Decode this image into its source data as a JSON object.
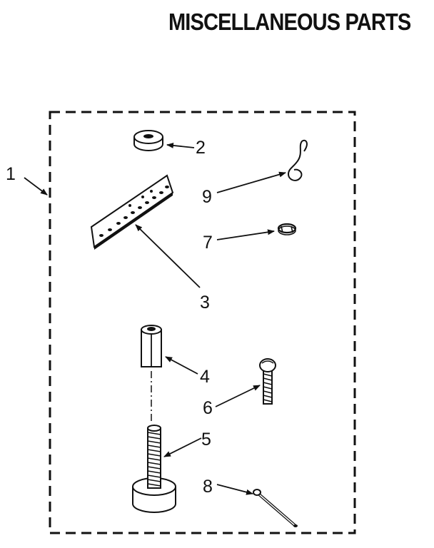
{
  "title": "MISCELLANEOUS PARTS",
  "callouts": {
    "c1": "1",
    "c2": "2",
    "c3": "3",
    "c4": "4",
    "c5": "5",
    "c6": "6",
    "c7": "7",
    "c8": "8",
    "c9": "9"
  }
}
